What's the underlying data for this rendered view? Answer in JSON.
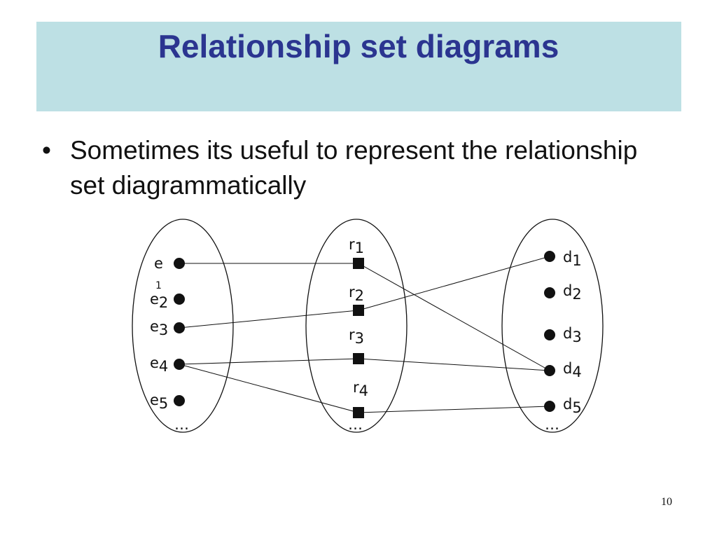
{
  "slide": {
    "title": "Relationship set diagrams",
    "bullet": "Sometimes its useful to represent the relationship set diagrammatically",
    "page_number": "10"
  },
  "diagram": {
    "entity_set_e": [
      {
        "base": "e",
        "sub": "1"
      },
      {
        "base": "e",
        "sub": "2"
      },
      {
        "base": "e",
        "sub": "3"
      },
      {
        "base": "e",
        "sub": "4"
      },
      {
        "base": "e",
        "sub": "5"
      }
    ],
    "relationship_set_r": [
      {
        "base": "r",
        "sub": "1"
      },
      {
        "base": "r",
        "sub": "2"
      },
      {
        "base": "r",
        "sub": "3"
      },
      {
        "base": "r",
        "sub": "4"
      }
    ],
    "entity_set_d": [
      {
        "base": "d",
        "sub": "1"
      },
      {
        "base": "d",
        "sub": "2"
      },
      {
        "base": "d",
        "sub": "3"
      },
      {
        "base": "d",
        "sub": "4"
      },
      {
        "base": "d",
        "sub": "5"
      }
    ],
    "ellipsis": "…",
    "links": [
      [
        "e1",
        "r1"
      ],
      [
        "r1",
        "d4"
      ],
      [
        "e3",
        "r2"
      ],
      [
        "r2",
        "d1"
      ],
      [
        "e4",
        "r3"
      ],
      [
        "r3",
        "d4"
      ],
      [
        "e4",
        "r4"
      ],
      [
        "r4",
        "d5"
      ]
    ]
  }
}
